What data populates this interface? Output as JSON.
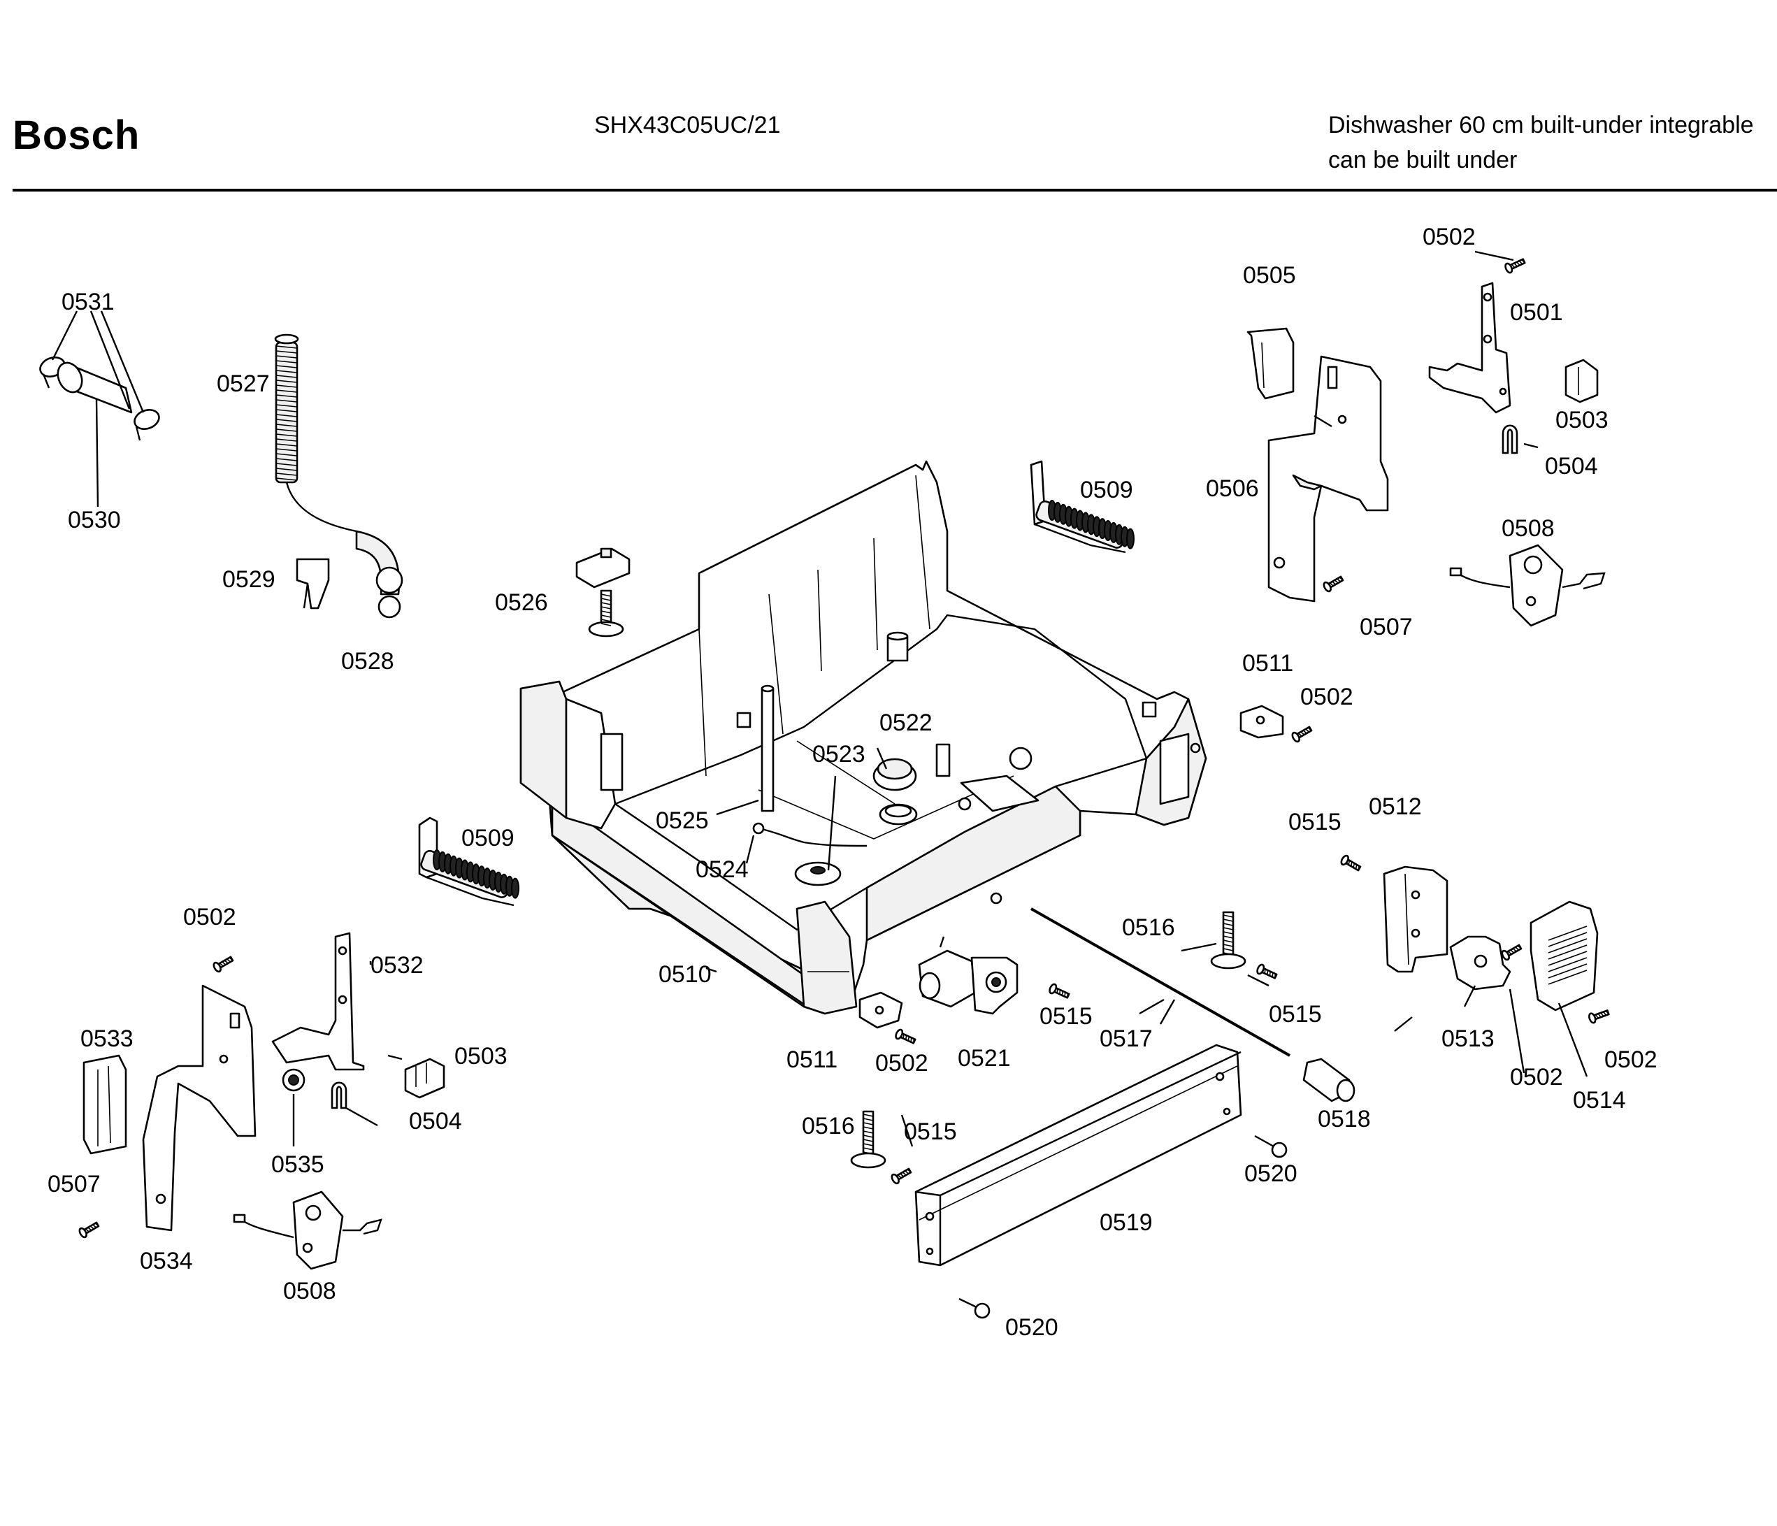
{
  "header": {
    "brand": "Bosch",
    "model": "SHX43C05UC/21",
    "description_line1": "Dishwasher 60 cm built-under integrable",
    "description_line2": "can be built under"
  },
  "callouts": [
    {
      "id": "c0502a",
      "text": "0502"
    },
    {
      "id": "c0505",
      "text": "0505"
    },
    {
      "id": "c0501",
      "text": "0501"
    },
    {
      "id": "c0503a",
      "text": "0503"
    },
    {
      "id": "c0504a",
      "text": "0504"
    },
    {
      "id": "c0506",
      "text": "0506"
    },
    {
      "id": "c0508a",
      "text": "0508"
    },
    {
      "id": "c0507a",
      "text": "0507"
    },
    {
      "id": "c0509a",
      "text": "0509"
    },
    {
      "id": "c0511a",
      "text": "0511"
    },
    {
      "id": "c0502b",
      "text": "0502"
    },
    {
      "id": "c0531",
      "text": "0531"
    },
    {
      "id": "c0527",
      "text": "0527"
    },
    {
      "id": "c0530",
      "text": "0530"
    },
    {
      "id": "c0529",
      "text": "0529"
    },
    {
      "id": "c0528",
      "text": "0528"
    },
    {
      "id": "c0526",
      "text": "0526"
    },
    {
      "id": "c0522",
      "text": "0522"
    },
    {
      "id": "c0523",
      "text": "0523"
    },
    {
      "id": "c0525",
      "text": "0525"
    },
    {
      "id": "c0524",
      "text": "0524"
    },
    {
      "id": "c0509b",
      "text": "0509"
    },
    {
      "id": "c0515a",
      "text": "0515"
    },
    {
      "id": "c0512",
      "text": "0512"
    },
    {
      "id": "c0516a",
      "text": "0516"
    },
    {
      "id": "c0515b",
      "text": "0515"
    },
    {
      "id": "c0513",
      "text": "0513"
    },
    {
      "id": "c0502c",
      "text": "0502"
    },
    {
      "id": "c0514",
      "text": "0514"
    },
    {
      "id": "c0502d",
      "text": "0502"
    },
    {
      "id": "c0502e",
      "text": "0502"
    },
    {
      "id": "c0532",
      "text": "0532"
    },
    {
      "id": "c0533",
      "text": "0533"
    },
    {
      "id": "c0503b",
      "text": "0503"
    },
    {
      "id": "c0504b",
      "text": "0504"
    },
    {
      "id": "c0535",
      "text": "0535"
    },
    {
      "id": "c0507b",
      "text": "0507"
    },
    {
      "id": "c0534",
      "text": "0534"
    },
    {
      "id": "c0508b",
      "text": "0508"
    },
    {
      "id": "c0510",
      "text": "0510"
    },
    {
      "id": "c0511b",
      "text": "0511"
    },
    {
      "id": "c0502f",
      "text": "0502"
    },
    {
      "id": "c0521",
      "text": "0521"
    },
    {
      "id": "c0515c",
      "text": "0515"
    },
    {
      "id": "c0517",
      "text": "0517"
    },
    {
      "id": "c0518",
      "text": "0518"
    },
    {
      "id": "c0516b",
      "text": "0516"
    },
    {
      "id": "c0515d",
      "text": "0515"
    },
    {
      "id": "c0520a",
      "text": "0520"
    },
    {
      "id": "c0519",
      "text": "0519"
    },
    {
      "id": "c0520b",
      "text": "0520"
    }
  ]
}
